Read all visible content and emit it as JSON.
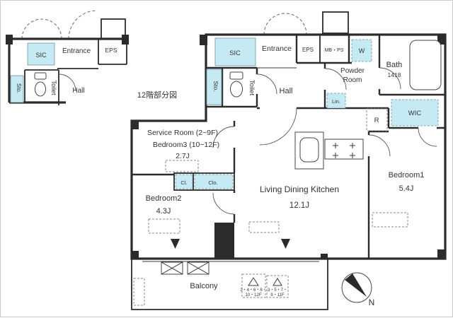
{
  "caption": "12階部分図",
  "colors": {
    "storage_fill": "#c6eaf4",
    "wall": "#2b2b2b",
    "text": "#333333"
  },
  "inset": {
    "sic": "SIC",
    "entrance": "Entrance",
    "eps": "EPS",
    "sto": "Sto.",
    "toilet": "Toilet",
    "hall": "Hall"
  },
  "main": {
    "sic": "SIC",
    "entrance": "Entrance",
    "eps": "EPS",
    "mb_ps": "MB・PS",
    "washer": "W",
    "powder_line1": "Powder",
    "powder_line2": "Room",
    "bath": "Bath",
    "bath_size": "1418",
    "sto": "Sto.",
    "toilet": "Toilet",
    "hall": "Hall",
    "linen": "Lin.",
    "fridge": "R",
    "wic": "WIC",
    "service_room": "Service Room (2~9F)",
    "bedroom3": "Bedroom3 (10~12F)",
    "bedroom3_size": "2.7J",
    "closet1": "Cl.",
    "closet2": "Clo.",
    "bedroom2": "Bedroom2",
    "bedroom2_size": "4.3J",
    "ldk": "Living Dining Kitchen",
    "ldk_size": "12.1J",
    "bedroom1": "Bedroom1",
    "bedroom1_size": "5.4J",
    "balcony": "Balcony",
    "hatch_even_line1": "2・4・6・8・",
    "hatch_even_line2": "10・12F",
    "hatch_odd_line1": "3・5・7・",
    "hatch_odd_line2": "9・11F",
    "north": "N"
  }
}
